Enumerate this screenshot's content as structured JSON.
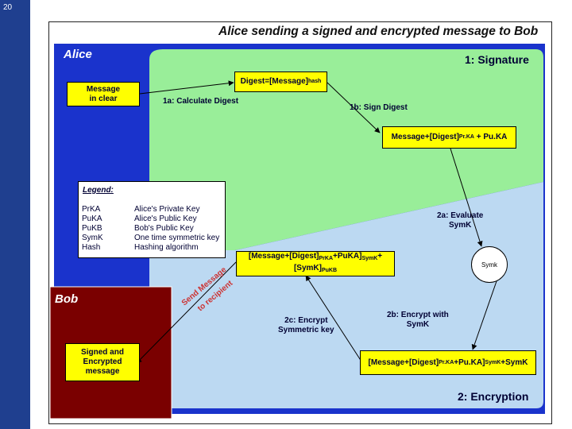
{
  "slide_number": "20",
  "title": "Alice sending a signed and encrypted message to Bob",
  "colors": {
    "sidebar": "#1f3f8f",
    "alice_zone": "#1a33cc",
    "signature_zone": "#99ee99",
    "encryption_zone": "#bcd9f2",
    "bob_zone": "#7a0000",
    "box_fill": "#ffff00",
    "send_text": "#cc3333"
  },
  "zones": {
    "alice": "Alice",
    "bob": "Bob",
    "signature": "1: Signature",
    "encryption": "2: Encryption"
  },
  "boxes": {
    "message_clear": [
      "Message",
      "in clear"
    ],
    "digest_main": "Digest=[Message]",
    "digest_sub": "hash",
    "signed_a": "Message+[Digest]",
    "signed_sub": "Pr.KA",
    "signed_b": "+ Pu.KA",
    "encrypted_a": "[Message+[Digest]",
    "encrypted_sub1": "Pr.KA",
    "encrypted_b": "+Pu.KA]",
    "encrypted_sub2": "SymK",
    "encrypted_c": "+SymK",
    "final_a": "[Message+[Digest]",
    "final_sub1": "PrKA",
    "final_b": "+PuKA]",
    "final_sub2": "SymK",
    "final_c": "+",
    "final_d": "[SymK]",
    "final_sub3": "PuKB",
    "bob_message": [
      "Signed and",
      "Encrypted",
      "message"
    ]
  },
  "steps": {
    "s1a": "1a: Calculate Digest",
    "s1b": "1b: Sign Digest",
    "s2a": [
      "2a: Evaluate",
      "SymK"
    ],
    "s2b": [
      "2b: Encrypt with",
      "SymK"
    ],
    "s2c": [
      "2c: Encrypt",
      "Symmetric key"
    ]
  },
  "symk_node": "Symk",
  "send_text": [
    "Send Message",
    "to recipient"
  ],
  "legend": {
    "title": "Legend:",
    "items": [
      {
        "key": "PrKA",
        "value": "Alice's Private Key"
      },
      {
        "key": "PuKA",
        "value": "Alice's Public Key"
      },
      {
        "key": "PuKB",
        "value": "Bob's Public Key"
      },
      {
        "key": "SymK",
        "value": "One time symmetric key"
      },
      {
        "key": "Hash",
        "value": "Hashing algorithm"
      }
    ]
  }
}
